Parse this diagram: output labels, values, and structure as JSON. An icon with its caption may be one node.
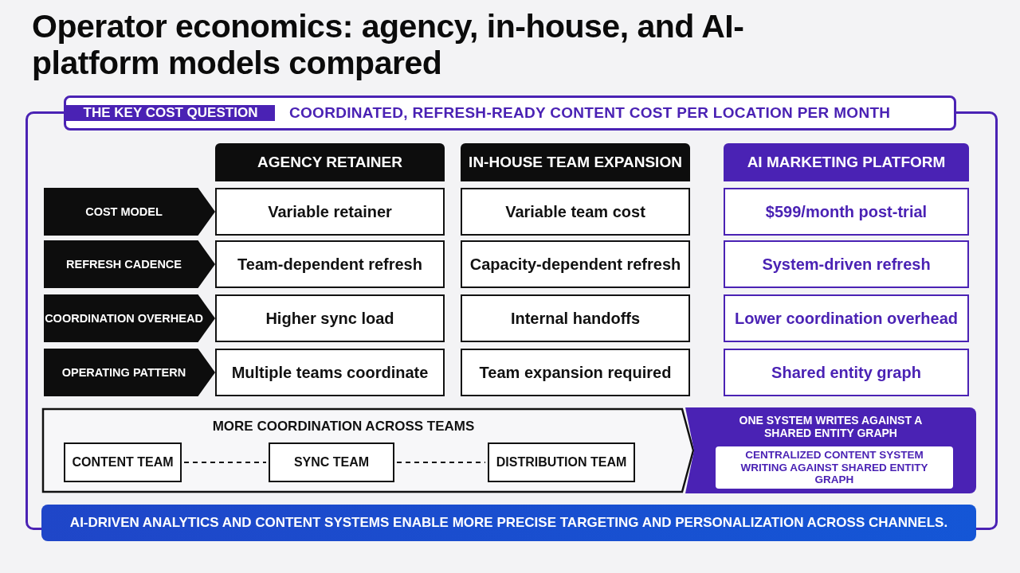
{
  "diagram": {
    "title": "Operator economics: agency, in-house, and AI-platform models compared",
    "nodes": [
      {
        "text": [
          "THE KEY COST QUESTION",
          "COORDINATED, REFRESH-READY CONTENT COST PER LOCATION PER MONTH"
        ]
      },
      {
        "text": [
          "AGENCY RETAINER"
        ]
      },
      {
        "text": [
          "IN-HOUSE TEAM EXPANSION"
        ]
      },
      {
        "text": [
          "AI MARKETING PLATFORM"
        ]
      },
      {
        "text": [
          "COST MODEL"
        ]
      },
      {
        "text": [
          "Variable retainer"
        ]
      },
      {
        "text": [
          "Variable team cost"
        ]
      },
      {
        "text": [
          "$599/month post-trial"
        ]
      },
      {
        "text": [
          "REFRESH CADENCE"
        ]
      },
      {
        "text": [
          "Team-dependent refresh"
        ]
      },
      {
        "text": [
          "Capacity-dependent refresh"
        ]
      },
      {
        "text": [
          "System-driven refresh"
        ]
      },
      {
        "text": [
          "COORDINATION OVERHEAD"
        ]
      },
      {
        "text": [
          "Higher sync load"
        ]
      },
      {
        "text": [
          "Internal handoffs"
        ]
      },
      {
        "text": [
          "Lower coordination overhead"
        ]
      },
      {
        "text": [
          "OPERATING PATTERN"
        ]
      },
      {
        "text": [
          "Multiple teams coordinate"
        ]
      },
      {
        "text": [
          "Team expansion required"
        ]
      },
      {
        "text": [
          "Shared entity graph"
        ]
      },
      {
        "text": [
          "MORE COORDINATION ACROSS TEAMS"
        ]
      },
      {
        "text": [
          "CONTENT TEAM"
        ],
        "in": 20
      },
      {
        "text": [
          "SYNC TEAM"
        ],
        "in": 20
      },
      {
        "text": [
          "DISTRIBUTION TEAM"
        ],
        "in": 20
      },
      {
        "text": [
          "ONE SYSTEM WRITES AGAINST A SHARED ENTITY GRAPH"
        ]
      },
      {
        "text": [
          "CENTRALIZED CONTENT SYSTEM WRITING AGAINST SHARED ENTITY GRAPH"
        ],
        "in": 24
      },
      {
        "text": [
          "AI-DRIVEN ANALYTICS AND CONTENT SYSTEMS ENABLE MORE PRECISE TARGETING AND PERSONALIZATION ACROSS CHANNELS."
        ]
      }
    ],
    "edges": [
      {
        "from": 21,
        "to": 22,
        "arrow": "none",
        "style": "dashed"
      },
      {
        "from": 22,
        "to": 23,
        "arrow": "none",
        "style": "dashed"
      }
    ]
  }
}
